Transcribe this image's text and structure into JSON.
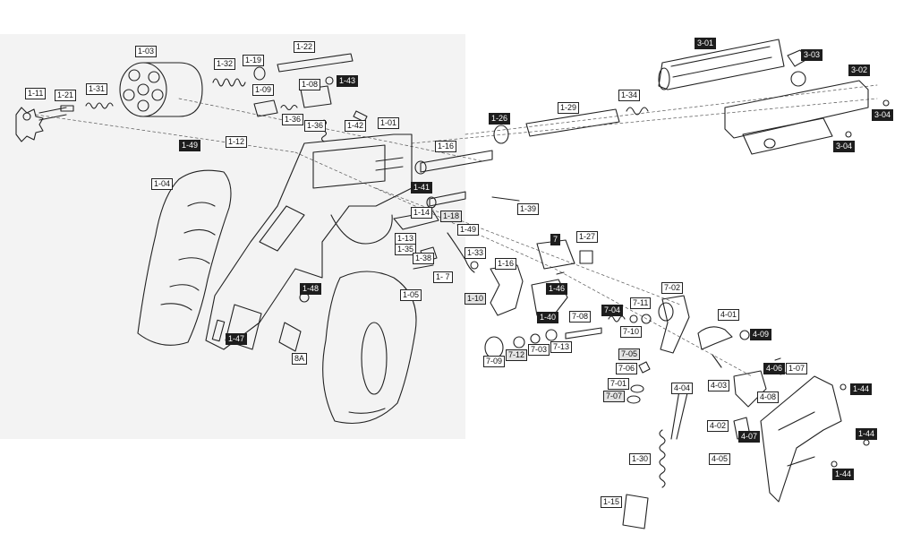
{
  "diagram": {
    "labels": [
      {
        "text": "1-03",
        "style": "plain"
      },
      {
        "text": "1-32",
        "style": "plain"
      },
      {
        "text": "1-19",
        "style": "plain"
      },
      {
        "text": "1-22",
        "style": "plain"
      },
      {
        "text": "1-11",
        "style": "plain"
      },
      {
        "text": "1-21",
        "style": "plain"
      },
      {
        "text": "1-31",
        "style": "plain"
      },
      {
        "text": "1-09",
        "style": "plain"
      },
      {
        "text": "1-08",
        "style": "plain"
      },
      {
        "text": "1-43",
        "style": "dark"
      },
      {
        "text": "1-36",
        "style": "plain"
      },
      {
        "text": "1-36",
        "style": "plain"
      },
      {
        "text": "1-42",
        "style": "plain"
      },
      {
        "text": "1-01",
        "style": "plain"
      },
      {
        "text": "1-49",
        "style": "dark"
      },
      {
        "text": "1-12",
        "style": "plain"
      },
      {
        "text": "1-04",
        "style": "plain"
      },
      {
        "text": "1-16",
        "style": "plain"
      },
      {
        "text": "1-26",
        "style": "dark"
      },
      {
        "text": "1-29",
        "style": "plain"
      },
      {
        "text": "1-34",
        "style": "plain"
      },
      {
        "text": "3-01",
        "style": "dark"
      },
      {
        "text": "3-03",
        "style": "dark"
      },
      {
        "text": "3-02",
        "style": "dark"
      },
      {
        "text": "3-04",
        "style": "dark"
      },
      {
        "text": "3-04",
        "style": "dark"
      },
      {
        "text": "1-41",
        "style": "dark"
      },
      {
        "text": "1-39",
        "style": "plain"
      },
      {
        "text": "1-14",
        "style": "plain"
      },
      {
        "text": "1-18",
        "style": "plain"
      },
      {
        "text": "1-49",
        "style": "plain"
      },
      {
        "text": "1-13",
        "style": "plain"
      },
      {
        "text": "1-35",
        "style": "plain"
      },
      {
        "text": "1-33",
        "style": "plain"
      },
      {
        "text": "1-38",
        "style": "plain"
      },
      {
        "text": "1-16",
        "style": "plain"
      },
      {
        "text": "1- 7",
        "style": "plain"
      },
      {
        "text": "7",
        "style": "dark"
      },
      {
        "text": "1-27",
        "style": "plain"
      },
      {
        "text": "1-48",
        "style": "dark"
      },
      {
        "text": "1-05",
        "style": "plain"
      },
      {
        "text": "1-10",
        "style": "shade"
      },
      {
        "text": "1-46",
        "style": "dark"
      },
      {
        "text": "1-40",
        "style": "dark"
      },
      {
        "text": "7-04",
        "style": "dark"
      },
      {
        "text": "7-11",
        "style": "plain"
      },
      {
        "text": "7-02",
        "style": "plain"
      },
      {
        "text": "7-08",
        "style": "plain"
      },
      {
        "text": "7-10",
        "style": "plain"
      },
      {
        "text": "1-47",
        "style": "dark"
      },
      {
        "text": "8A",
        "style": "plain"
      },
      {
        "text": "7-09",
        "style": "plain"
      },
      {
        "text": "7-12",
        "style": "shade"
      },
      {
        "text": "7-03",
        "style": "plain"
      },
      {
        "text": "7-13",
        "style": "plain"
      },
      {
        "text": "7-05",
        "style": "shade"
      },
      {
        "text": "4-01",
        "style": "plain"
      },
      {
        "text": "4-09",
        "style": "dark"
      },
      {
        "text": "7-06",
        "style": "plain"
      },
      {
        "text": "7-01",
        "style": "plain"
      },
      {
        "text": "7-07",
        "style": "shade"
      },
      {
        "text": "4-04",
        "style": "plain"
      },
      {
        "text": "4-03",
        "style": "plain"
      },
      {
        "text": "4-06",
        "style": "dark"
      },
      {
        "text": "1-07",
        "style": "plain"
      },
      {
        "text": "4-08",
        "style": "plain"
      },
      {
        "text": "1-44",
        "style": "dark"
      },
      {
        "text": "4-02",
        "style": "plain"
      },
      {
        "text": "4-07",
        "style": "dark"
      },
      {
        "text": "1-44",
        "style": "dark"
      },
      {
        "text": "4-05",
        "style": "plain"
      },
      {
        "text": "1-30",
        "style": "plain"
      },
      {
        "text": "1-44",
        "style": "dark"
      },
      {
        "text": "1-15",
        "style": "plain"
      }
    ]
  }
}
